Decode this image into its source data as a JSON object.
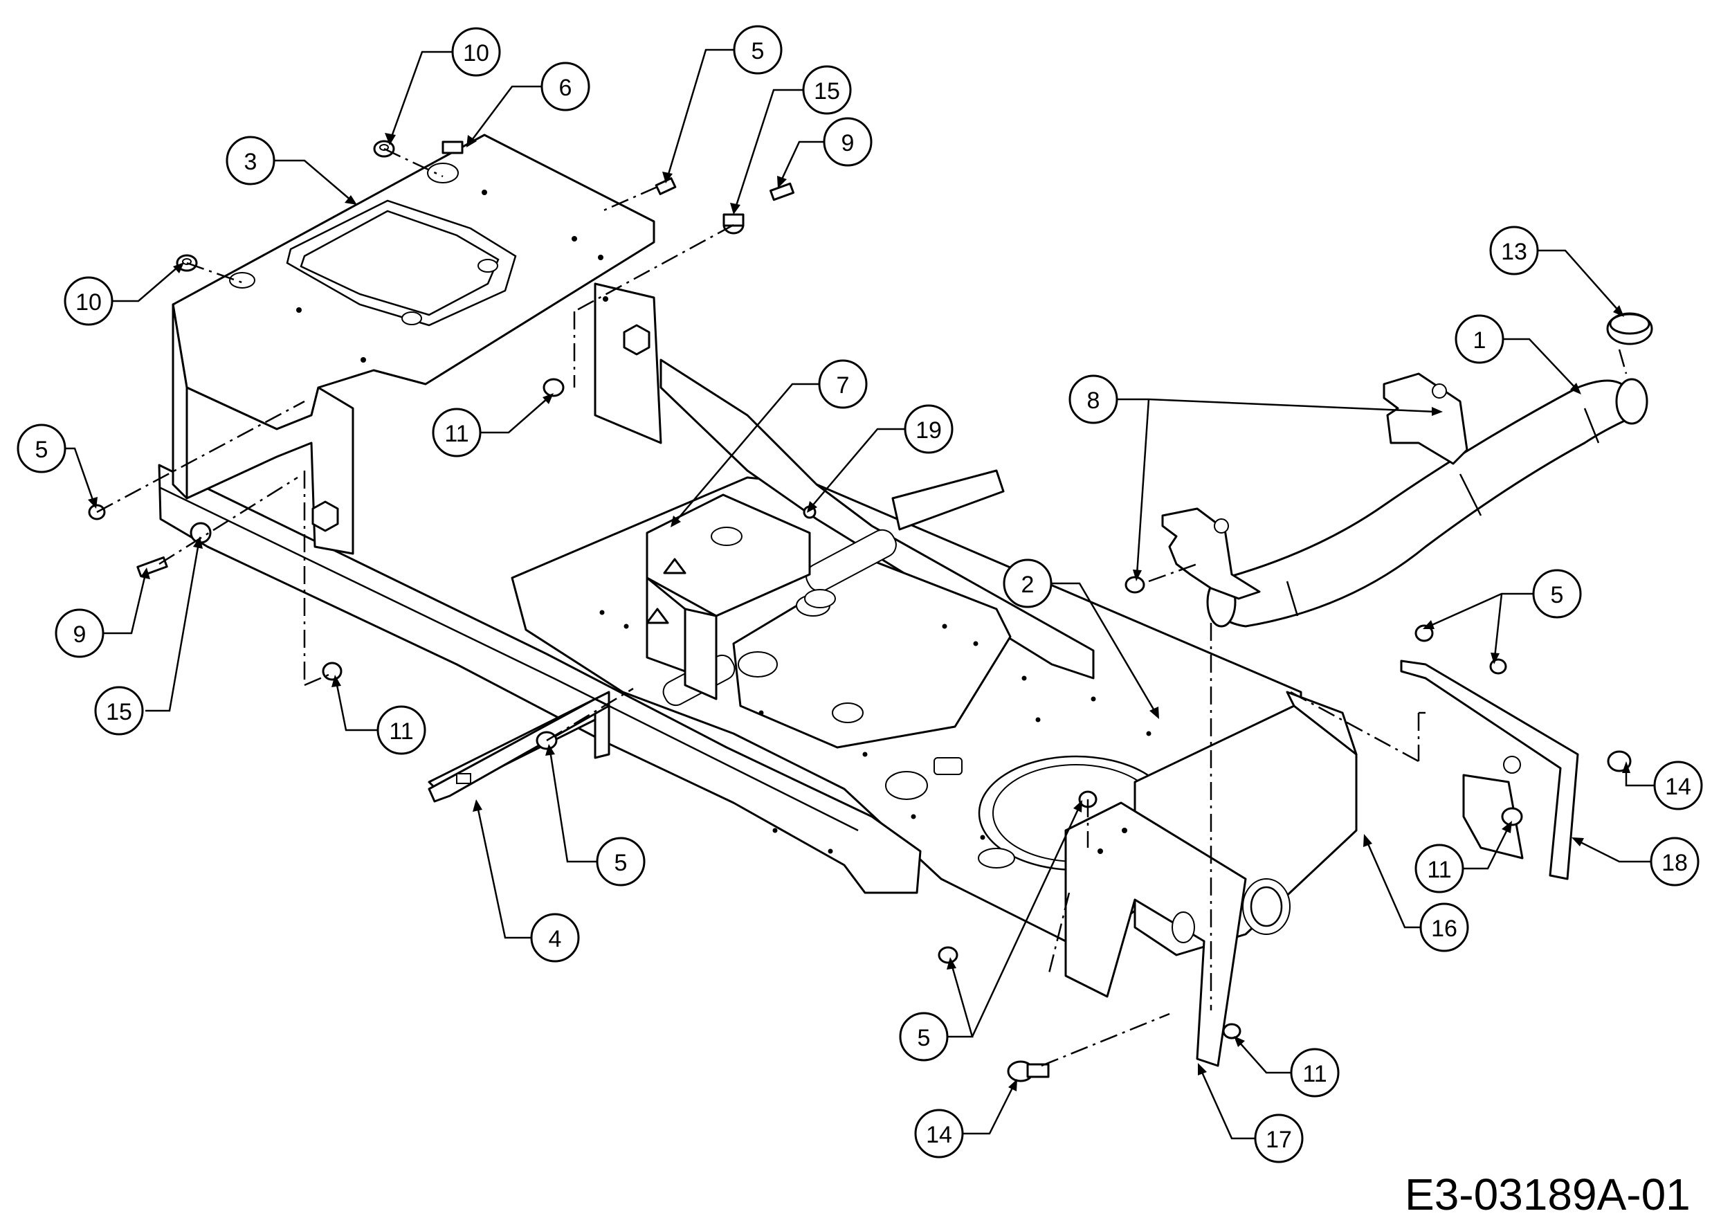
{
  "diagram_id": "E3-03189A-01",
  "callouts": [
    "10",
    "6",
    "5",
    "15",
    "9",
    "3",
    "10",
    "11",
    "5",
    "9",
    "15",
    "11",
    "7",
    "19",
    "13",
    "1",
    "8",
    "2",
    "5",
    "5",
    "4",
    "14",
    "11",
    "18",
    "16",
    "5",
    "11",
    "14",
    "17"
  ]
}
